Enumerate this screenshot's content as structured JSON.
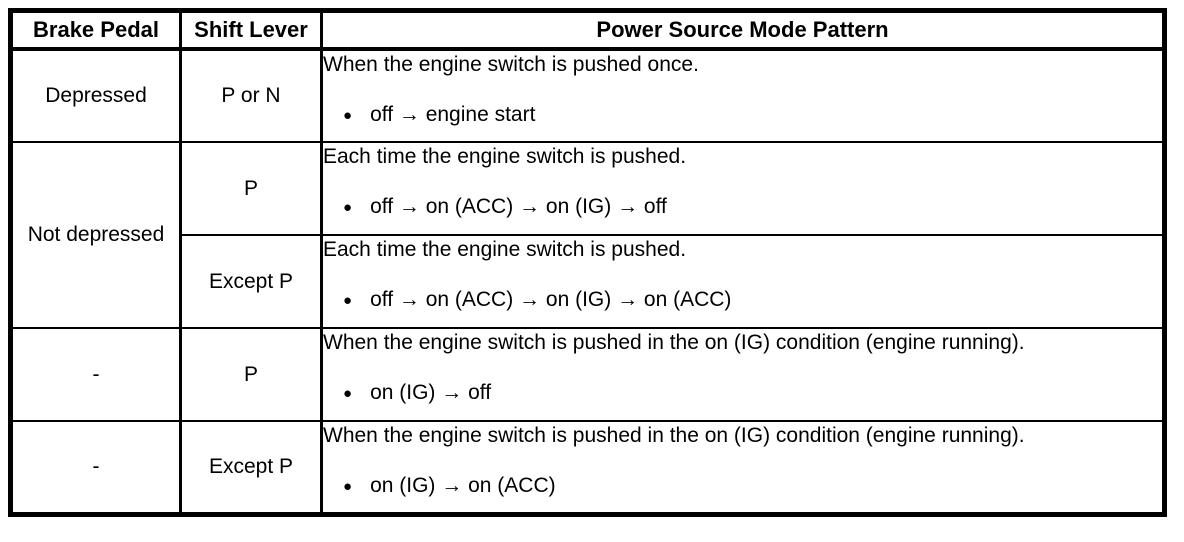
{
  "table": {
    "headers": [
      "Brake Pedal",
      "Shift Lever",
      "Power Source Mode Pattern"
    ],
    "bullet_glyph": "●",
    "colors": {
      "border": "#000000",
      "background": "#ffffff",
      "text": "#000000"
    },
    "rows": [
      {
        "brake_pedal": "Depressed",
        "shift_lever": "P or N",
        "description": "When the engine switch is pushed once.",
        "bullet": "off → engine start"
      },
      {
        "brake_pedal": "Not depressed",
        "shift_lever": "P",
        "description": "Each time the engine switch is pushed.",
        "bullet": "off → on (ACC) → on (IG) → off"
      },
      {
        "shift_lever": "Except P",
        "description": "Each time the engine switch is pushed.",
        "bullet": "off → on (ACC) → on (IG) → on (ACC)"
      },
      {
        "brake_pedal": "-",
        "shift_lever": "P",
        "description": "When the engine switch is pushed in the on (IG) condition (engine running).",
        "bullet": "on (IG) → off"
      },
      {
        "brake_pedal": "-",
        "shift_lever": "Except P",
        "description": "When the engine switch is pushed in the on (IG) condition (engine running).",
        "bullet": "on (IG) → on (ACC)"
      }
    ]
  }
}
